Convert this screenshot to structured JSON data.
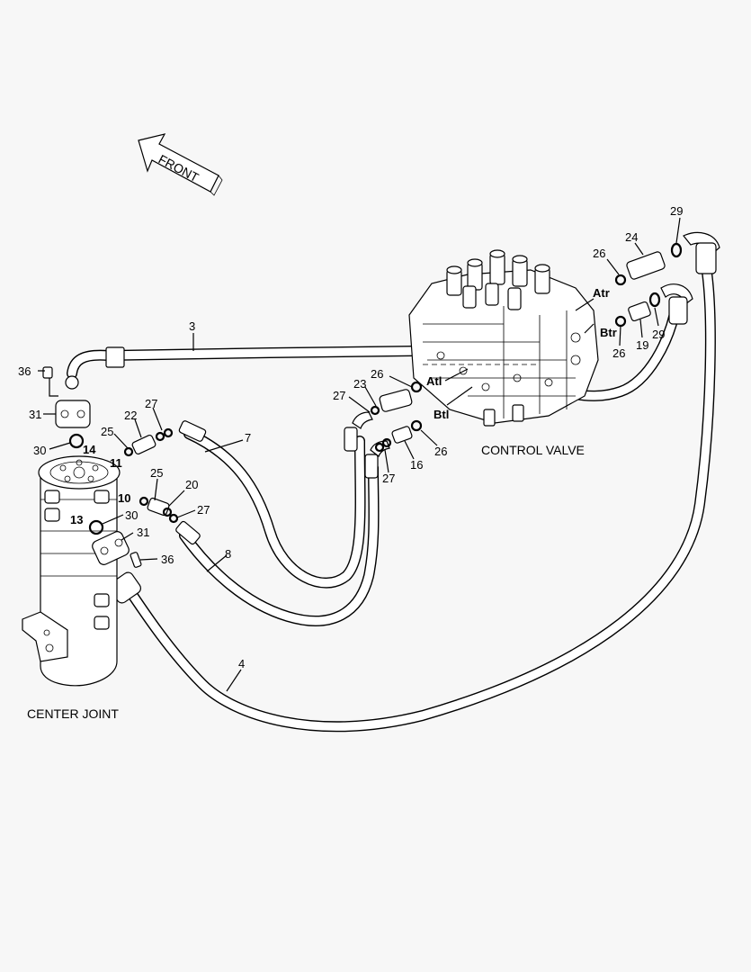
{
  "front_label": "FRONT",
  "control_valve_label": "CONTROL VALVE",
  "center_joint_label": "CENTER JOINT",
  "ports": {
    "atr": "Atr",
    "btr": "Btr",
    "atl": "Atl",
    "btl": "Btl"
  },
  "cj_ports": {
    "p14": "14",
    "p11": "11",
    "p10": "10",
    "p13": "13"
  },
  "callouts": {
    "n3": "3",
    "n36a": "36",
    "n31a": "31",
    "n30a": "30",
    "n25a": "25",
    "n22": "22",
    "n27a": "27",
    "n7": "7",
    "n25b": "25",
    "n20": "20",
    "n27b": "27",
    "n30b": "30",
    "n31b": "31",
    "n36b": "36",
    "n8": "8",
    "n4": "4",
    "n26a": "26",
    "n23": "23",
    "n27c": "27",
    "n27d": "27",
    "n16": "16",
    "n26b": "26",
    "n26c": "26",
    "n24": "24",
    "n29a": "29",
    "n19": "19",
    "n29b": "29",
    "n26d": "26"
  }
}
